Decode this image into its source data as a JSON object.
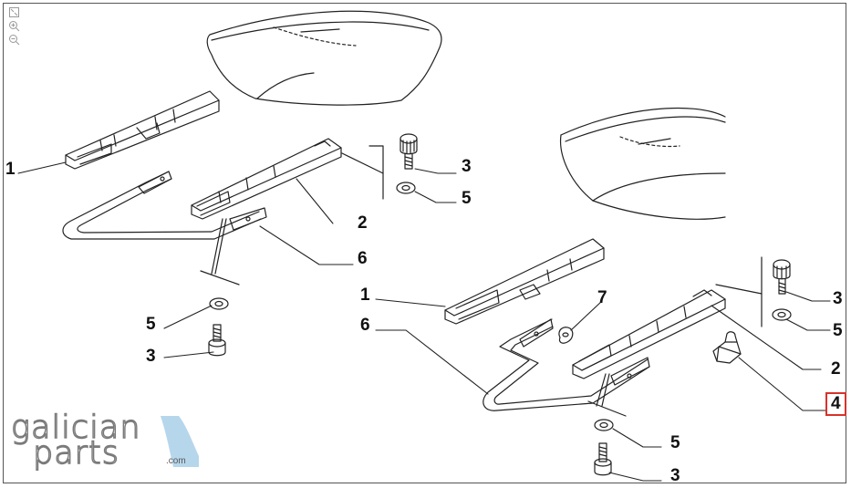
{
  "callouts": {
    "c1_left": "1",
    "c2_left": "2",
    "c3_top": "3",
    "c5_top": "5",
    "c6_left": "6",
    "c5_left": "5",
    "c3_left": "3",
    "c7": "7",
    "c1_right": "1",
    "c6_right": "6",
    "c3_right_top": "3",
    "c5_right_top": "5",
    "c2_right": "2",
    "c4_right": "4",
    "c5_bottom": "5",
    "c3_bottom": "3"
  },
  "logo": {
    "line1": "galician",
    "line2": "parts",
    "domain": ".com"
  },
  "colors": {
    "highlight_border": "#d8322a",
    "logo_accent": "#a9cfe8",
    "line": "#111111"
  },
  "tools": {
    "icons": [
      "fit-icon",
      "zoom-in-icon",
      "zoom-out-icon"
    ]
  }
}
